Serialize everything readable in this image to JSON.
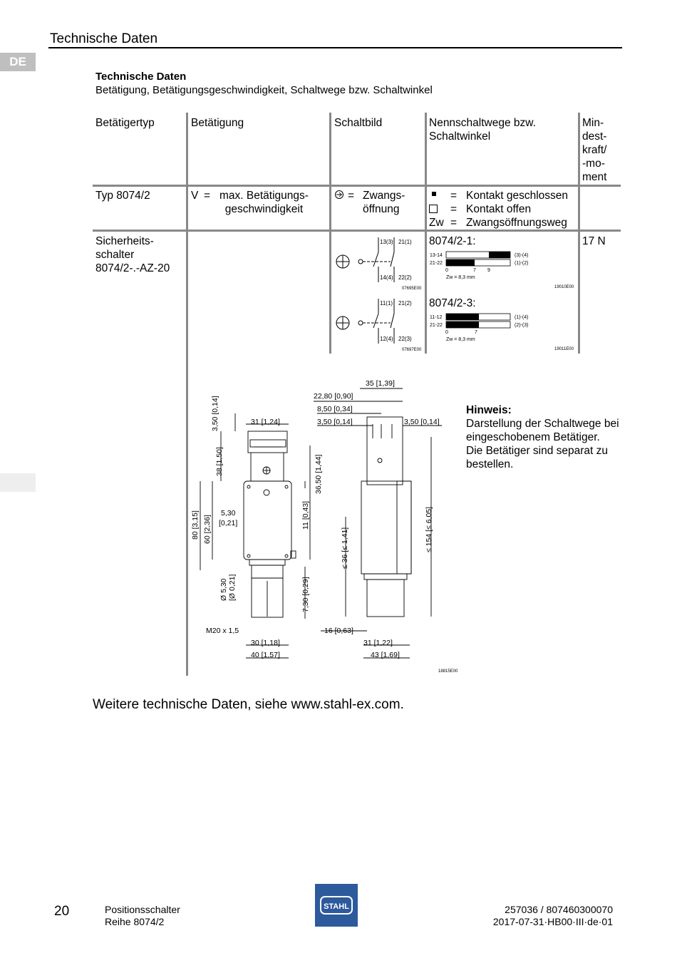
{
  "header": {
    "title": "Technische Daten",
    "lang": "DE"
  },
  "section": {
    "title": "Technische Daten",
    "subtitle": "Betätigung, Betätigungsgeschwindigkeit, Schaltwege bzw. Schaltwinkel"
  },
  "table": {
    "headers": [
      "Betätigertyp",
      "Betätigung",
      "Schaltbild",
      "Nennschaltwege bzw. Schaltwinkel",
      "Min-\ndest-\nkraft/\n-mo-\nment"
    ],
    "legend_row": {
      "type": "Typ 8074/2",
      "v_key": "V",
      "eq": "=",
      "v_text": "max. Betätigungs-\ngeschwindigkeit",
      "z_text": "Zwangs-\nöffnung",
      "closed": "Kontakt geschlossen",
      "open": "Kontakt offen",
      "zw_key": "Zw",
      "zw_text": "Zwangsöffnungsweg"
    },
    "data_row": {
      "type": "Sicherheits-\nschalter\n8074/2-.-AZ-20",
      "variant1": "8074/2-1:",
      "variant2": "8074/2-3:",
      "force": "17 N"
    }
  },
  "schematic1": {
    "t1": "13(3)",
    "t2": "21(1)",
    "b1": "14(4)",
    "b2": "22(2)",
    "code": "07695E00"
  },
  "schematic2": {
    "t1": "11(1)",
    "t2": "21(2)",
    "b1": "12(4)",
    "b2": "22(3)",
    "code": "07697E00"
  },
  "travel1": {
    "r1": "13-14",
    "r2": "21-22",
    "s1": "(3)-(4)",
    "s2": "(1)-(2)",
    "ticks": [
      "0",
      "7",
      "9"
    ],
    "zw": "Zw = 8,3 mm",
    "code": "19010E00"
  },
  "travel2": {
    "r1": "11-12",
    "r2": "21-22",
    "s1": "(1)-(4)",
    "s2": "(2)-(3)",
    "ticks": [
      "0",
      "7"
    ],
    "zw": "Zw = 8,3 mm",
    "code": "19011E00"
  },
  "dims": {
    "d1": "35 [1,39]",
    "d2": "22,80 [0,90]",
    "d3": "8,50 [0,34]",
    "d4": "3,50 [0,14]",
    "d5": "3,50 [0,14]",
    "d6": "31 [1,24]",
    "d7": "3,50 [0,14]",
    "d8": "38 [1,50]",
    "d9": "36,50 [1,44]",
    "d10": "5,30",
    "d11": "[0,21]",
    "d12": "11 [0,43]",
    "d13": "80 [3,15]",
    "d14": "60 [2,36]",
    "d15": "≤ 36 [≤ 1,41]",
    "d16": "≤ 154 [≤ 6,05]",
    "d17": "Ø 5,30",
    "d18": "[Ø 0,21]",
    "d19": "7,30 [0,29]",
    "d20": "M20 x 1,5",
    "d21": "16 [0,63]",
    "d22": "30 [1,18]",
    "d23": "40 [1,57]",
    "d24": "31 [1,22]",
    "d25": "43 [1,69]",
    "code": "18815E00"
  },
  "note": {
    "title": "Hinweis:",
    "text": "Darstellung der Schaltwege bei eingeschobenem Betätiger.\nDie Betätiger sind separat zu bestellen."
  },
  "more": "Weitere technische Daten, siehe www.stahl-ex.com.",
  "footer": {
    "page": "20",
    "product": "Positionsschalter",
    "series": "Reihe 8074/2",
    "docnr": "257036 / 807460300070",
    "rev": "2017-07-31·HB00·III·de·01",
    "logo": "STAHL"
  }
}
